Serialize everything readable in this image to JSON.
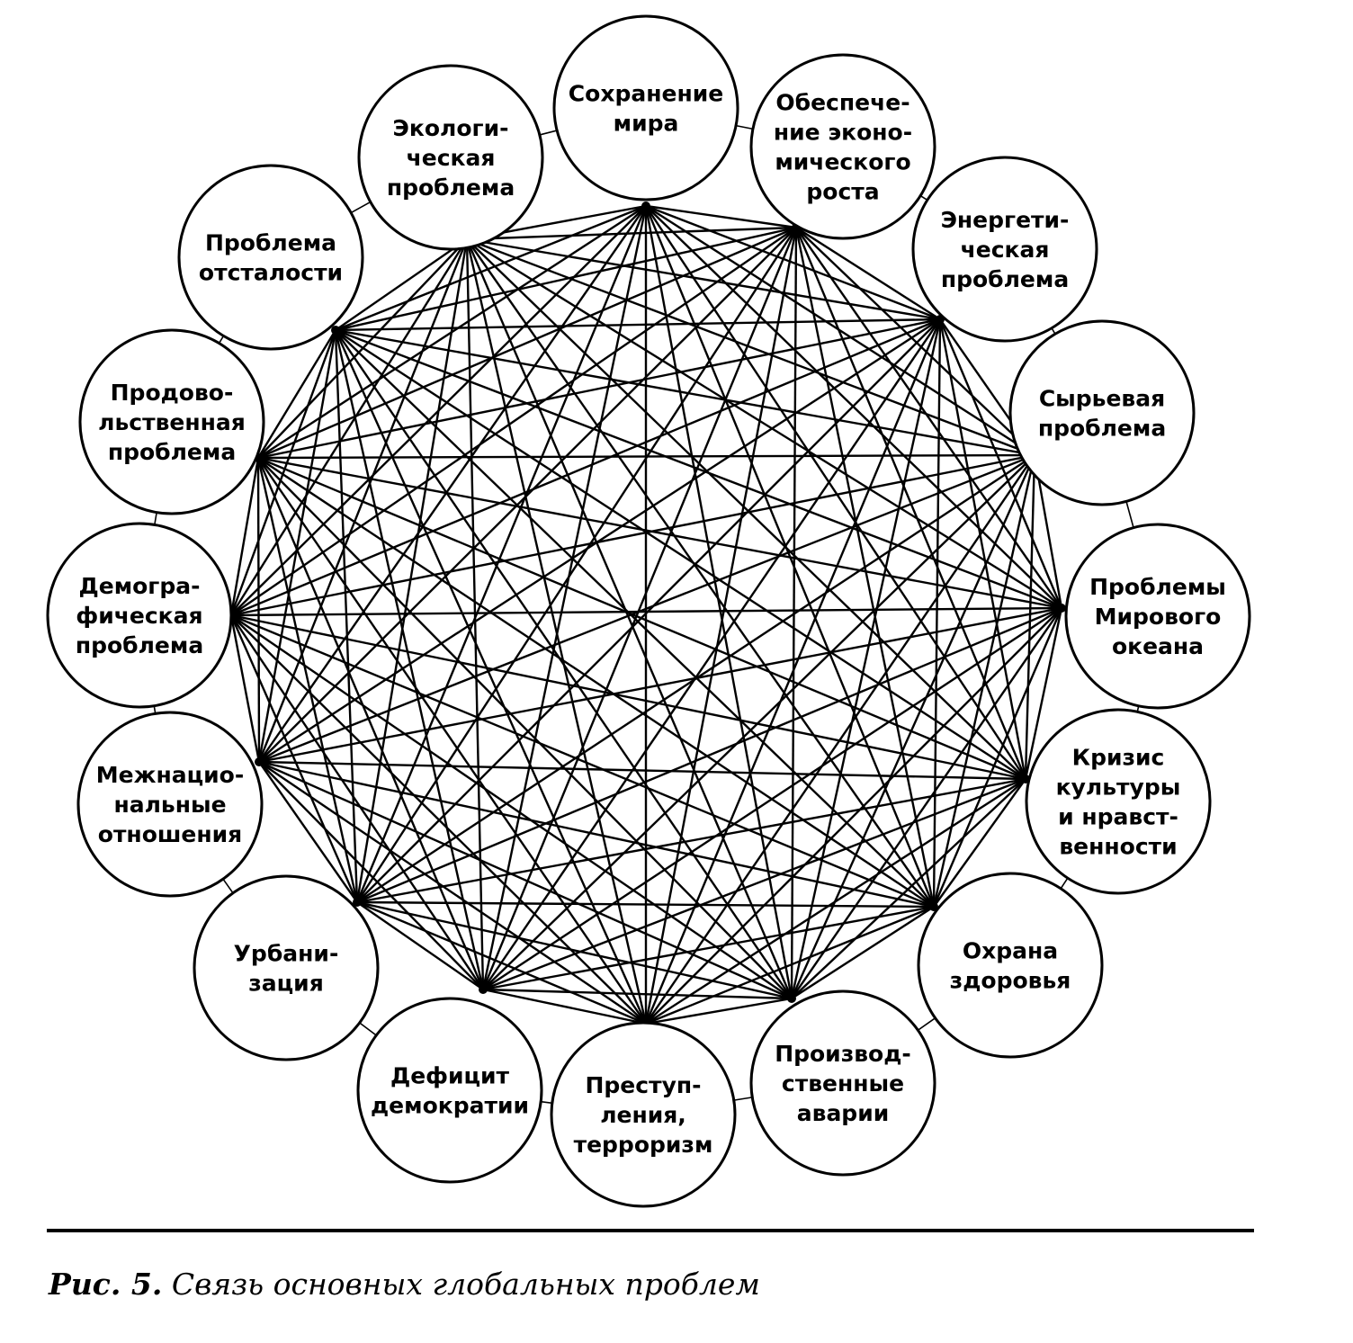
{
  "nodes": [
    {
      "id": "peace",
      "label": [
        "Сохранение",
        "мира"
      ]
    },
    {
      "id": "economic-growth",
      "label": [
        "Обеспече-",
        "ние эконо-",
        "мического",
        "роста"
      ]
    },
    {
      "id": "energy",
      "label": [
        "Энергети-",
        "ческая",
        "проблема"
      ]
    },
    {
      "id": "raw-materials",
      "label": [
        "Сырьевая",
        "проблема"
      ]
    },
    {
      "id": "ocean",
      "label": [
        "Проблемы",
        "Мирового",
        "океана"
      ]
    },
    {
      "id": "culture-crisis",
      "label": [
        "Кризис",
        "культуры",
        "и нравст-",
        "венности"
      ]
    },
    {
      "id": "health",
      "label": [
        "Охрана",
        "здоровья"
      ]
    },
    {
      "id": "industrial-accidents",
      "label": [
        "Производ-",
        "ственные",
        "аварии"
      ]
    },
    {
      "id": "crime-terrorism",
      "label": [
        "Преступ-",
        "ления,",
        "терроризм"
      ]
    },
    {
      "id": "democracy-deficit",
      "label": [
        "Дефицит",
        "демократии"
      ]
    },
    {
      "id": "urbanization",
      "label": [
        "Урбани-",
        "зация"
      ]
    },
    {
      "id": "interethnic",
      "label": [
        "Межнацио-",
        "нальные",
        "отношения"
      ]
    },
    {
      "id": "demographic",
      "label": [
        "Демогра-",
        "фическая",
        "проблема"
      ]
    },
    {
      "id": "food",
      "label": [
        "Продово-",
        "льственная",
        "проблема"
      ]
    },
    {
      "id": "backwardness",
      "label": [
        "Проблема",
        "отсталости"
      ]
    },
    {
      "id": "ecological",
      "label": [
        "Экологи-",
        "ческая",
        "проблема"
      ]
    }
  ],
  "edges": "all-pairs",
  "caption": {
    "figure": "Рис. 5.",
    "text": "Связь основных глобальных проблем"
  }
}
